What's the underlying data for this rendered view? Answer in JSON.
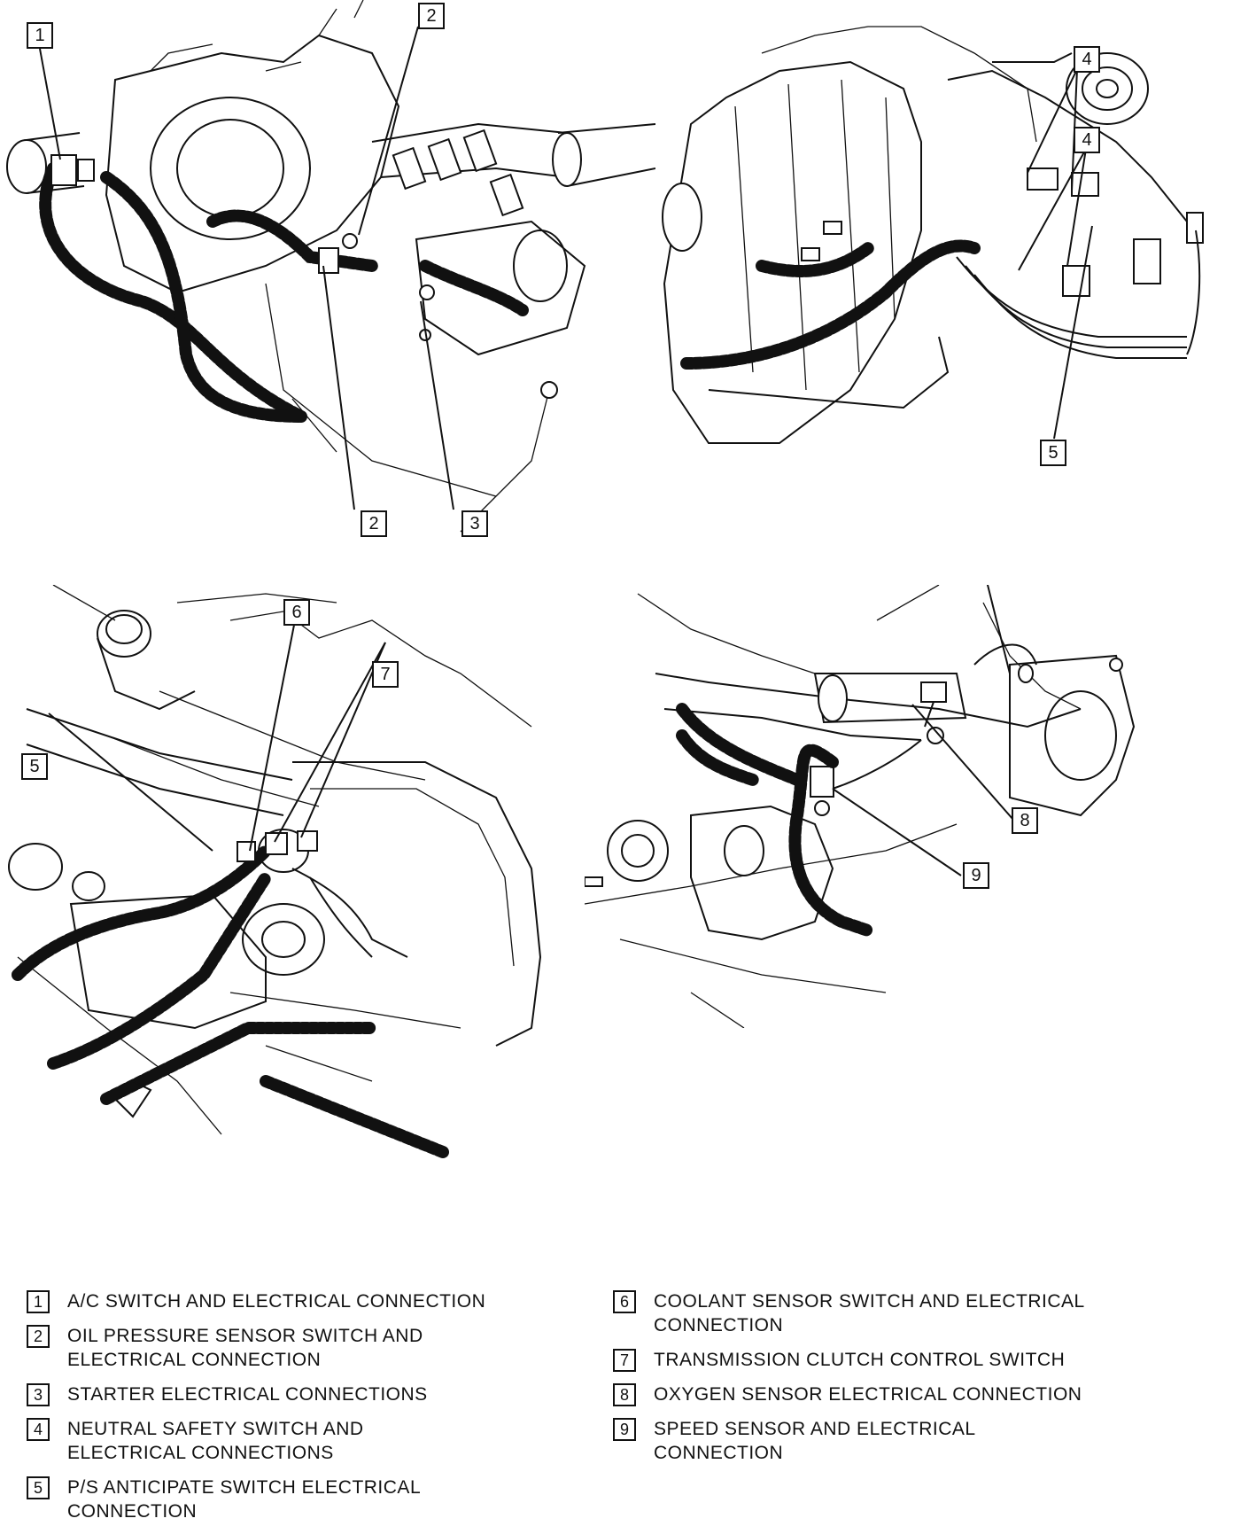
{
  "callouts": {
    "top_left_1": "1",
    "top_left_2_top": "2",
    "top_left_2_bottom": "2",
    "top_left_3": "3",
    "top_right_4_a": "4",
    "top_right_4_b": "4",
    "top_right_5": "5",
    "bottom_left_5": "5",
    "bottom_left_6": "6",
    "bottom_left_7": "7",
    "bottom_right_8": "8",
    "bottom_right_9": "9"
  },
  "legend": [
    {
      "num": "1",
      "text": "A/C SWITCH AND ELECTRICAL CONNECTION"
    },
    {
      "num": "2",
      "text": "OIL PRESSURE SENSOR SWITCH AND ELECTRICAL CONNECTION"
    },
    {
      "num": "3",
      "text": "STARTER ELECTRICAL CONNECTIONS"
    },
    {
      "num": "4",
      "text": "NEUTRAL SAFETY SWITCH AND ELECTRICAL CONNECTIONS"
    },
    {
      "num": "5",
      "text": "P/S ANTICIPATE SWITCH ELECTRICAL CONNECTION"
    },
    {
      "num": "6",
      "text": "COOLANT SENSOR SWITCH AND ELECTRICAL CONNECTION"
    },
    {
      "num": "7",
      "text": "TRANSMISSION CLUTCH CONTROL SWITCH"
    },
    {
      "num": "8",
      "text": "OXYGEN SENSOR ELECTRICAL CONNECTION"
    },
    {
      "num": "9",
      "text": "SPEED SENSOR AND ELECTRICAL CONNECTION"
    }
  ]
}
